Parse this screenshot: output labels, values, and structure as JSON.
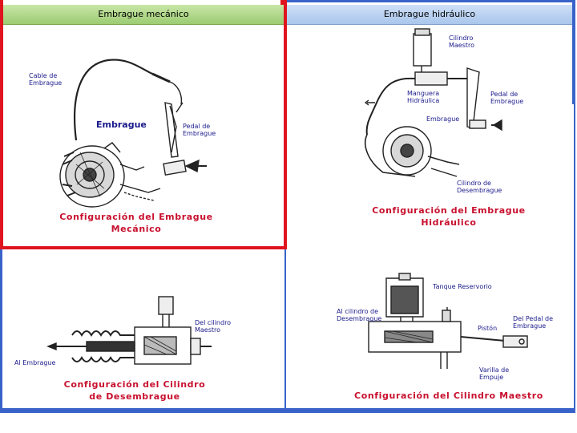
{
  "headers": {
    "left": "Embrague mecánico",
    "right": "Embrague hidráulico"
  },
  "mechanical": {
    "cable_label": "Cable de\nEmbrague",
    "clutch_label": "Embrague",
    "pedal_label": "Pedal de\nEmbrague",
    "caption": "Configuración del Embrague\nMecánico"
  },
  "hydraulic": {
    "master_label": "Cilindro\nMaestro",
    "hose_label": "Manguera\nHidráulica",
    "pedal_label": "Pedal de\nEmbrague",
    "clutch_label": "Embrague",
    "slave_label": "Cilindro de\nDesembrague",
    "caption": "Configuración del Embrague\nHidráulico"
  },
  "slave_cyl": {
    "from_master_label": "Del cilindro\nMaestro",
    "to_clutch_label": "Al Embrague",
    "caption": "Configuración del Cilindro\nde Desembrague"
  },
  "master_cyl": {
    "reservoir_label": "Tanque Reservorio",
    "to_slave_label": "Al cilindro de\nDesembrague",
    "piston_label": "Pistón",
    "from_pedal_label": "Del Pedal de\nEmbrague",
    "pushrod_label": "Varilla de\nEmpuje",
    "caption": "Configuración del Cilindro Maestro"
  },
  "colors": {
    "highlight_border": "#e0141e",
    "frame_blue": "#3a63c9",
    "caption_red": "#c8102e",
    "label_blue": "#1a1a8c"
  }
}
